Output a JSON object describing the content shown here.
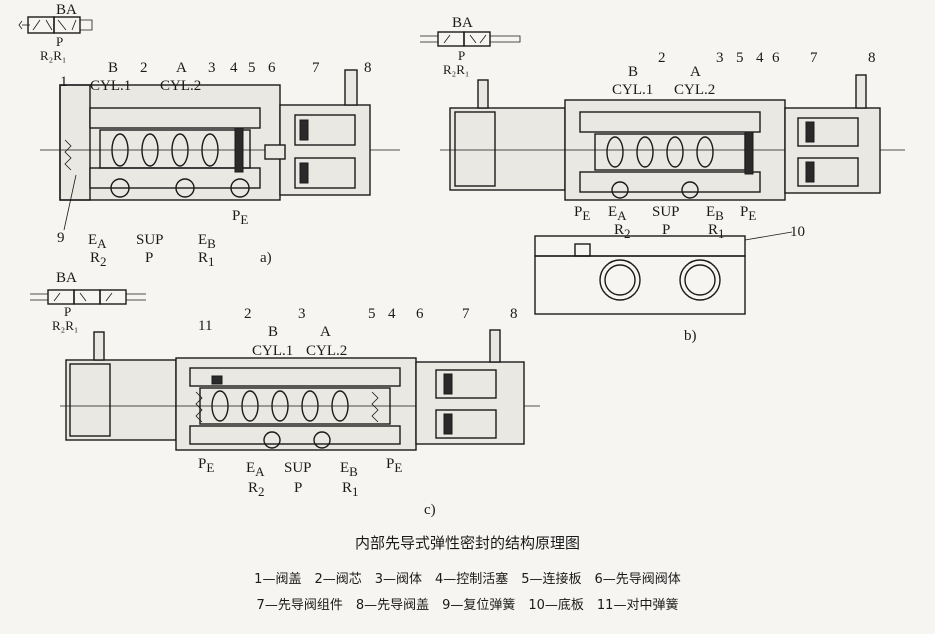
{
  "figure_title": "内部先导式弹性密封的结构原理图",
  "legend_line1": "1—阀盖　2—阀芯　3—阀体　4—控制活塞　5—连接板　6—先导阀阀体",
  "legend_line2": "7—先导阀组件　8—先导阀盖　9—复位弹簧　10—底板　11—对中弹簧",
  "diagram_a": {
    "sub_label": "a)",
    "symbol_top": "BA",
    "symbol_p": "P",
    "symbol_r": "R₂R₁",
    "port_b": "B",
    "port_a": "A",
    "cyl1": "CYL.1",
    "cyl2": "CYL.2",
    "n1": "1",
    "n2": "2",
    "n3": "3",
    "n4": "4",
    "n5": "5",
    "n6": "6",
    "n7": "7",
    "n8": "8",
    "n9": "9",
    "pe": "P",
    "pe_sub": "E",
    "ea": "E",
    "ea_sub": "A",
    "sup": "SUP",
    "eb": "E",
    "eb_sub": "B",
    "r2": "R",
    "r2_sub": "2",
    "p": "P",
    "r1": "R",
    "r1_sub": "1"
  },
  "diagram_b": {
    "sub_label": "b)",
    "symbol_top": "BA",
    "symbol_p": "P",
    "symbol_r": "R₂R₁",
    "port_b": "B",
    "port_a": "A",
    "cyl1": "CYL.1",
    "cyl2": "CYL.2",
    "n2": "2",
    "n3": "3",
    "n5": "5",
    "n4": "4",
    "n6": "6",
    "n7": "7",
    "n8": "8",
    "n10": "10",
    "pe": "P",
    "pe_sub": "E",
    "ea": "E",
    "ea_sub": "A",
    "sup": "SUP",
    "eb": "E",
    "eb_sub": "B",
    "pe2": "P",
    "pe2_sub": "E",
    "r2": "R",
    "r2_sub": "2",
    "p": "P",
    "r1": "R",
    "r1_sub": "1"
  },
  "diagram_c": {
    "sub_label": "c)",
    "symbol_top": "BA",
    "symbol_p": "P",
    "symbol_r": "R₂R₁",
    "port_b": "B",
    "port_a": "A",
    "cyl1": "CYL.1",
    "cyl2": "CYL.2",
    "n11": "11",
    "n2": "2",
    "n3": "3",
    "n5": "5",
    "n4": "4",
    "n6": "6",
    "n7": "7",
    "n8": "8",
    "pe": "P",
    "pe_sub": "E",
    "ea": "E",
    "ea_sub": "A",
    "sup": "SUP",
    "eb": "E",
    "eb_sub": "B",
    "pe2": "P",
    "pe2_sub": "E",
    "r2": "R",
    "r2_sub": "2",
    "p": "P",
    "r1": "R",
    "r1_sub": "1"
  }
}
